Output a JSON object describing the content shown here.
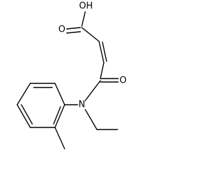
{
  "molecule": {
    "atoms": {
      "hydroxyl": "OH",
      "carbonyl_acid": "O",
      "carbonyl_amide": "O",
      "nitrogen": "N"
    }
  }
}
